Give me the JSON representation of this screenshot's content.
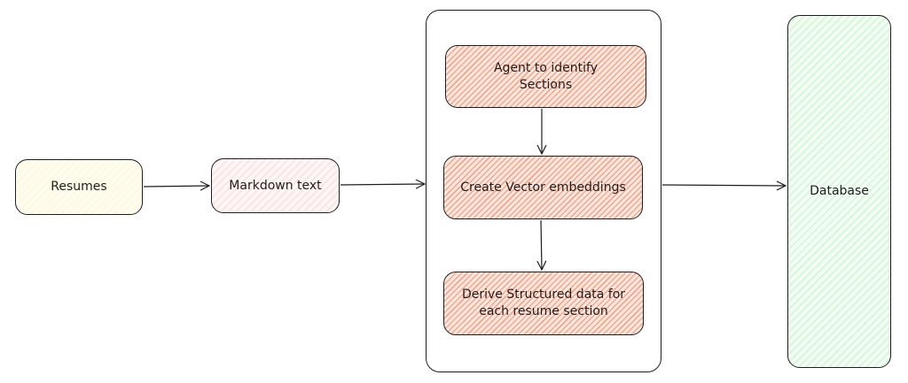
{
  "nodes": {
    "resumes": "Resumes",
    "markdown": "Markdown text",
    "agent": "Agent to identify Sections",
    "embeddings": "Create Vector embeddings",
    "derive": "Derive Structured data for each resume section",
    "database": "Database"
  },
  "colors": {
    "stroke": "#1e1e1e",
    "yellow": "#fff9db",
    "pink": "#ffe3e3",
    "orange": "#f4a58a",
    "green": "#d3f9d8"
  }
}
